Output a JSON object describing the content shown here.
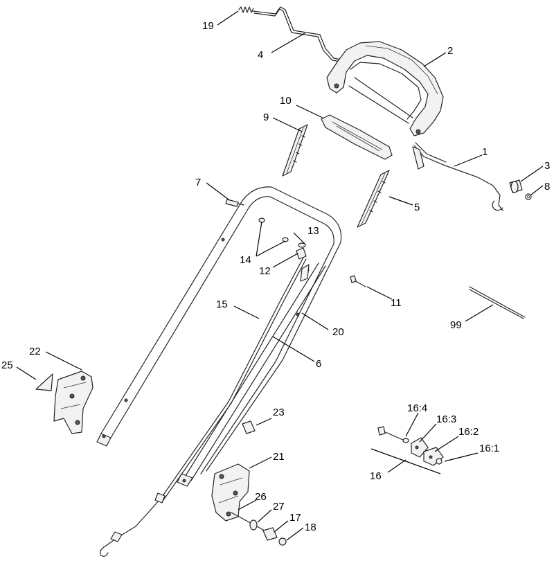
{
  "labels": {
    "p1": "1",
    "p2": "2",
    "p3": "3",
    "p4": "4",
    "p5": "5",
    "p6": "6",
    "p7": "7",
    "p8": "8",
    "p9": "9",
    "p10": "10",
    "p11": "11",
    "p12": "12",
    "p13": "13",
    "p14": "14",
    "p15": "15",
    "p16": "16",
    "p16_1": "16:1",
    "p16_2": "16:2",
    "p16_3": "16:3",
    "p16_4": "16:4",
    "p17": "17",
    "p18": "18",
    "p19": "19",
    "p20": "20",
    "p21": "21",
    "p22": "22",
    "p23": "23",
    "p25": "25",
    "p26": "26",
    "p27": "27",
    "p99": "99"
  }
}
